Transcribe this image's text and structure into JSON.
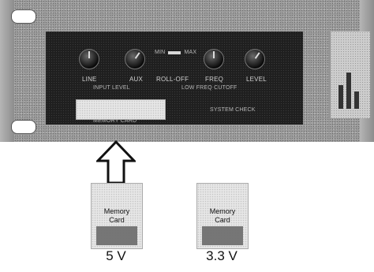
{
  "panel": {
    "knob_labels": [
      "LINE",
      "AUX"
    ],
    "roll_off": "ROLL-OFF",
    "freq": "FREQ",
    "level": "LEVEL",
    "switch_labels": [
      "MIN",
      "MAX"
    ],
    "input_level": "INPUT LEVEL",
    "low_cut": "LOW FREQ CUTOFF",
    "memory_card": "MEMORY CARD",
    "system_check": "SYSTEM CHECK"
  },
  "cards": [
    {
      "label_line1": "Memory",
      "label_line2": "Card",
      "voltage": "5 V"
    },
    {
      "label_line1": "Memory",
      "label_line2": "Card",
      "voltage": "3.3 V"
    }
  ],
  "colors": {
    "panel_face": "#1f1f1f",
    "chassis": "#9c9c9c",
    "card_body": "#e6e6e6"
  }
}
